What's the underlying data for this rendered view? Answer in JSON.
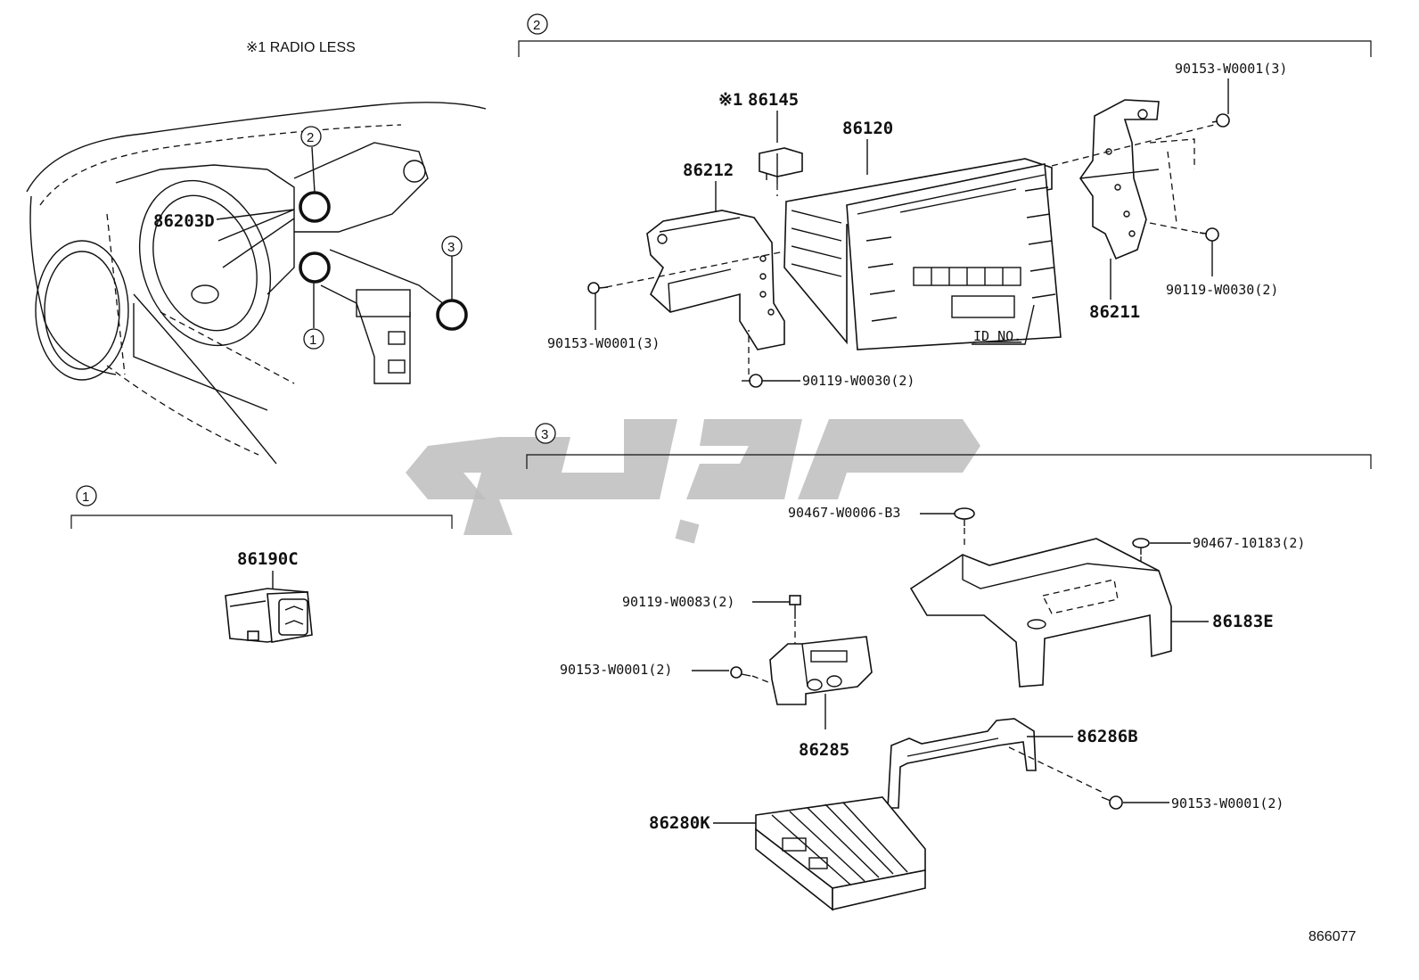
{
  "note": "※1 RADIO LESS",
  "figure_number": "866077",
  "section_markers": [
    "1",
    "2",
    "3"
  ],
  "callouts": {
    "p86145_prefix": "※1",
    "p86145": "86145",
    "p86120": "86120",
    "p86212": "86212",
    "p86211": "86211",
    "p86203D": "86203D",
    "p86190C": "86190C",
    "s90153_top_right": "90153-W0001(3)",
    "s90119_right": "90119-W0030(2)",
    "s90153_left": "90153-W0001(3)",
    "s90119_bottom": "90119-W0030(2)",
    "id_no": "ID NO.",
    "c90467_B3": "90467-W0006-B3",
    "c90467_10183": "90467-10183(2)",
    "p86183E": "86183E",
    "s90119_W0083": "90119-W0083(2)",
    "s90153_sec3_left": "90153-W0001(2)",
    "p86285": "86285",
    "p86286B": "86286B",
    "s90153_sec3_right": "90153-W0001(2)",
    "p86280K": "86280K"
  },
  "icons": [
    "car-interior-illustration",
    "switch-icon",
    "watermark-logo"
  ],
  "colors": {
    "line": "#111111",
    "watermark": "#bdbdbd",
    "background": "#ffffff"
  }
}
